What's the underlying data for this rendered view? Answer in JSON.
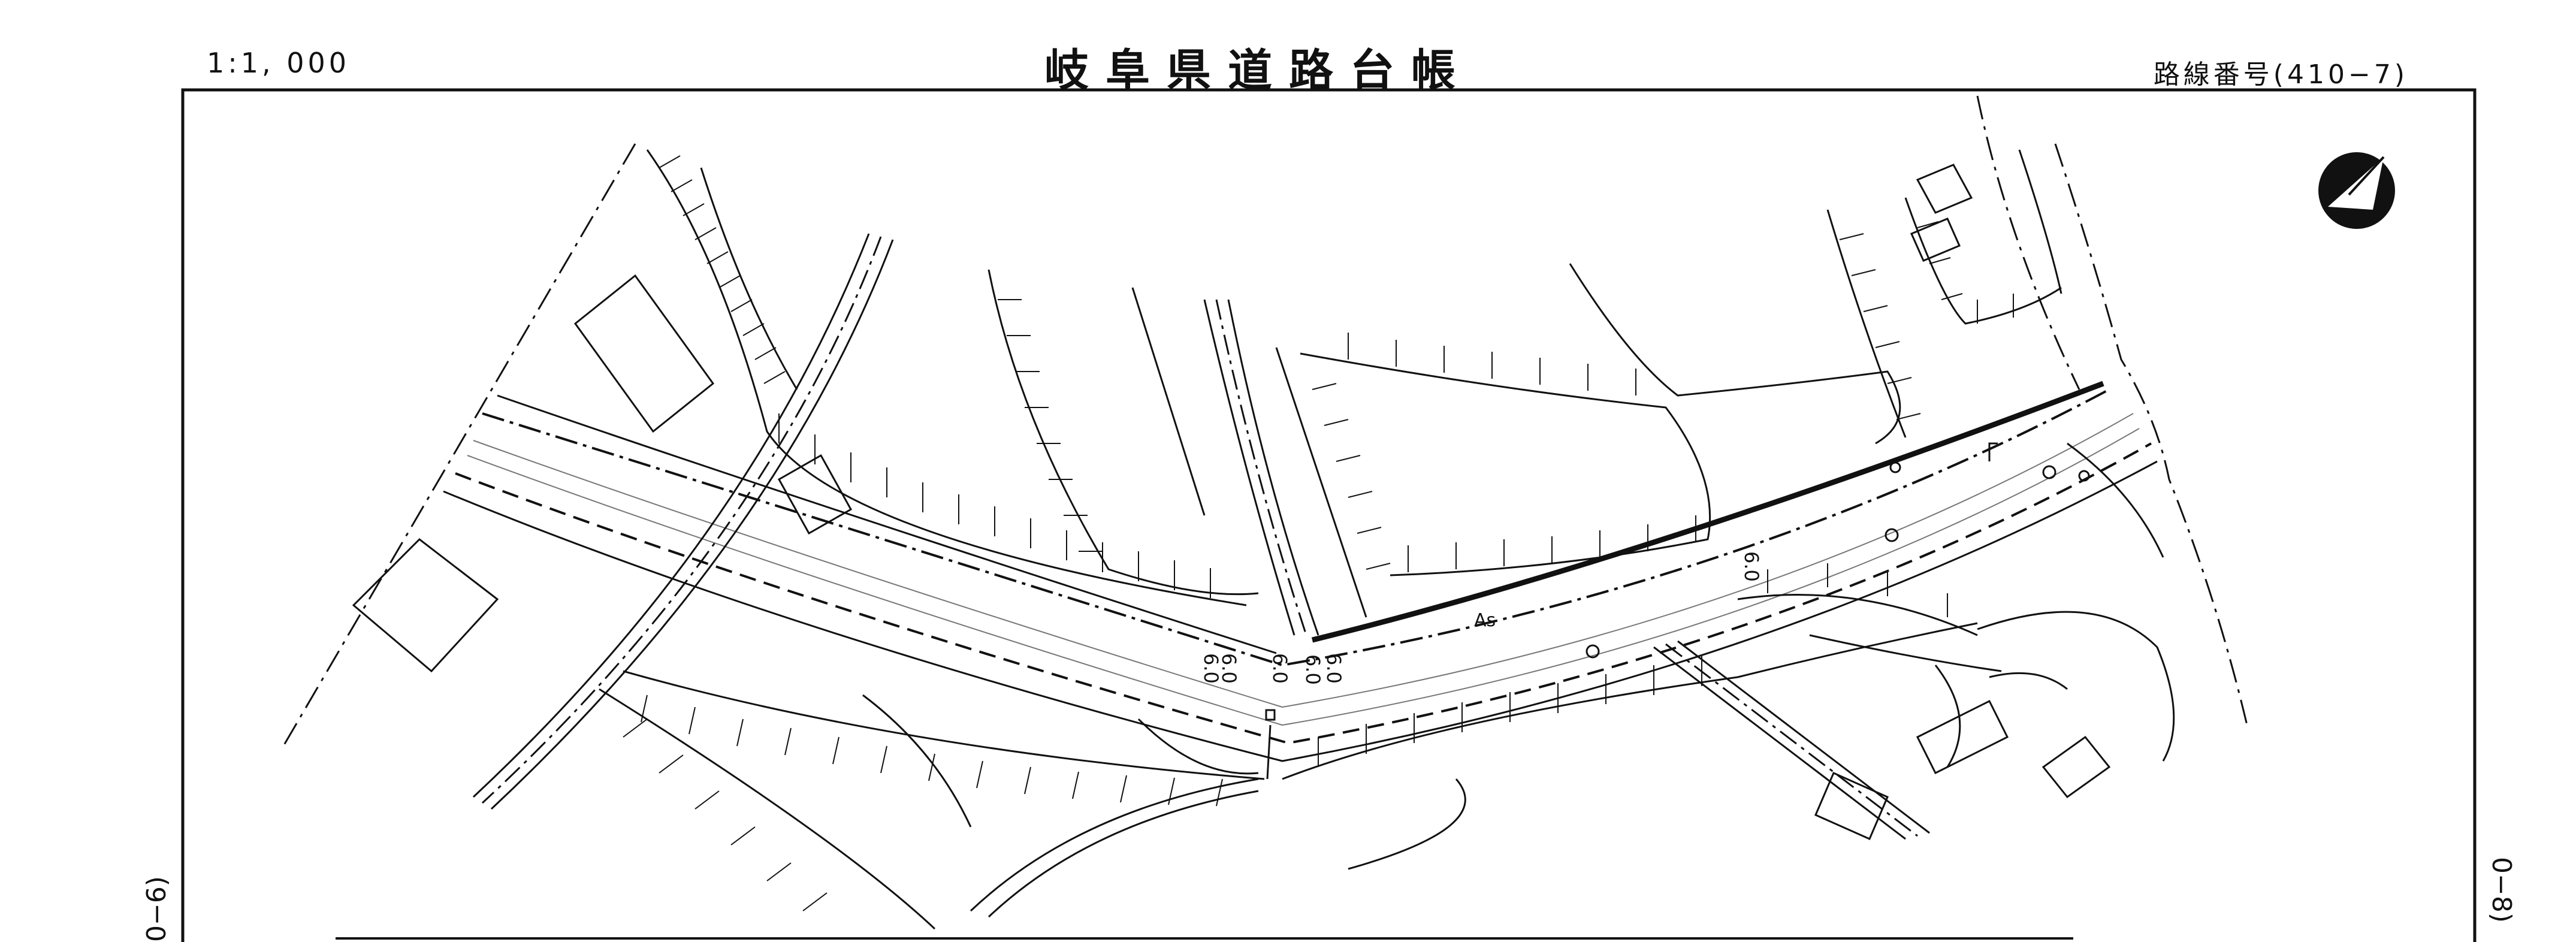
{
  "header": {
    "scale": "1:1, 000",
    "title": "岐阜県道路台帳",
    "route_number": "路線番号(410−7)"
  },
  "edges": {
    "left_ref": "0−6)",
    "right_ref": "0−8)"
  },
  "map": {
    "labels": {
      "pavement": "As",
      "width_1": "6.0",
      "width_2": "6.0",
      "width_3": "6.0",
      "width_4": "6.0",
      "width_5": "6.0",
      "width_6": "6.0"
    },
    "north_arrow": "north-arrow-icon",
    "line_color": "#111111"
  }
}
